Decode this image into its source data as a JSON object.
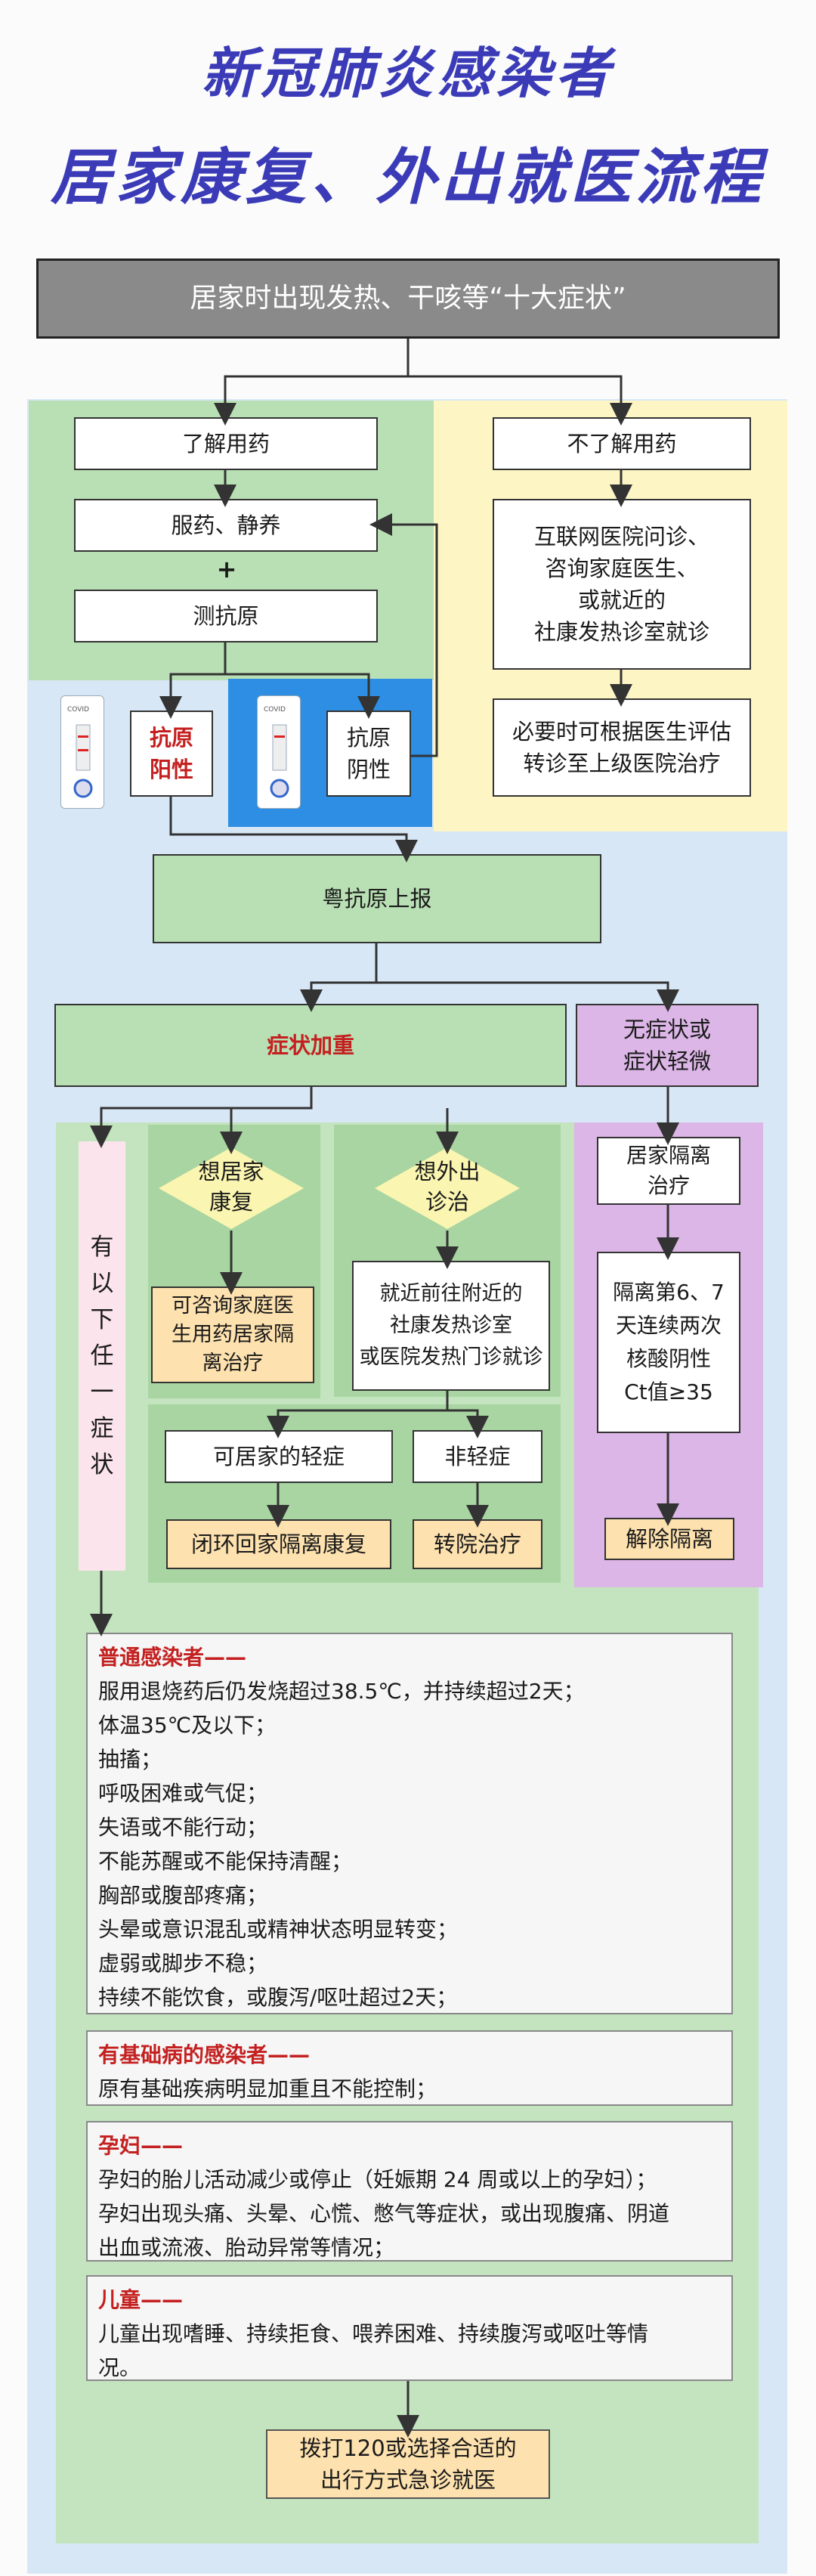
{
  "title": {
    "line1": "新冠肺炎感染者",
    "line2": "居家康复、外出就医流程"
  },
  "top": "居家时出现发热、干咳等“十大症状”",
  "left_branch": {
    "know": "了解用药",
    "medicate": "服药、静养",
    "plus": "+",
    "test": "测抗原",
    "positive": "抗原\n阳性",
    "negative": "抗原\n阴性"
  },
  "right_branch": {
    "dontknow": "不了解用药",
    "consult": "互联网医院问诊、\n咨询家庭医生、\n或就近的\n社康发热诊室就诊",
    "transfer": "必要时可根据医生评估\n转诊至上级医院治疗"
  },
  "report": "粤抗原上报",
  "severe": "症状加重",
  "mild": "无症状或\n症状轻微",
  "any_symptom": "有\n以\n下\n任\n一\n症\n状",
  "want_home": "想居家\n康复",
  "want_out": "想外出\n诊治",
  "home_consult": "可咨询家庭医\n生用药居家隔\n离治疗",
  "go_clinic": "就近前往附近的\n社康发热诊室\n或医院发热门诊就诊",
  "mild_home": "可居家的轻症",
  "non_mild": "非轻症",
  "closed_loop": "闭环回家隔离康复",
  "transfer_treat": "转院治疗",
  "home_isolation": "居家隔离\n治疗",
  "isolation_rule": "隔离第6、7\n天连续两次\n核酸阴性\nCt值≥35",
  "release": "解除隔离",
  "groups": [
    {
      "title": "普通感染者——",
      "items": [
        "服用退烧药后仍发烧超过38.5℃，并持续超过2天；",
        "体温35℃及以下；",
        "抽搐；",
        "呼吸困难或气促；",
        "失语或不能行动；",
        "不能苏醒或不能保持清醒；",
        "胸部或腹部疼痛；",
        "头晕或意识混乱或精神状态明显转变；",
        "虚弱或脚步不稳；",
        "持续不能饮食，或腹泻/呕吐超过2天；"
      ]
    },
    {
      "title": "有基础病的感染者——",
      "items": [
        "原有基础疾病明显加重且不能控制；"
      ]
    },
    {
      "title": "孕妇——",
      "items": [
        "孕妇的胎儿活动减少或停止（妊娠期 24 周或以上的孕妇）；",
        "孕妇出现头痛、头晕、心慌、憋气等症状，或出现腹痛、阴道",
        "出血或流液、胎动异常等情况；"
      ]
    },
    {
      "title": "儿童——",
      "items": [
        "儿童出现嗜睡、持续拒食、喂养困难、持续腹泻或呕吐等情",
        "况。"
      ]
    }
  ],
  "emergency": "拨打120或选择合适的\n出行方式急诊就医",
  "colors": {
    "title": "#3b3bb8",
    "green_zone": "#b9e0b4",
    "yellow_zone": "#fdf5c4",
    "blue_zone": "#d6e6f6",
    "bright_blue": "#2d8ee3",
    "purple": "#dcb6e6",
    "diamond": "#faf5b0",
    "orange_box": "#fde1ae",
    "pink": "#fce4ec"
  },
  "icons": [
    "antigen-test-card-icon",
    "antigen-test-card-icon"
  ]
}
